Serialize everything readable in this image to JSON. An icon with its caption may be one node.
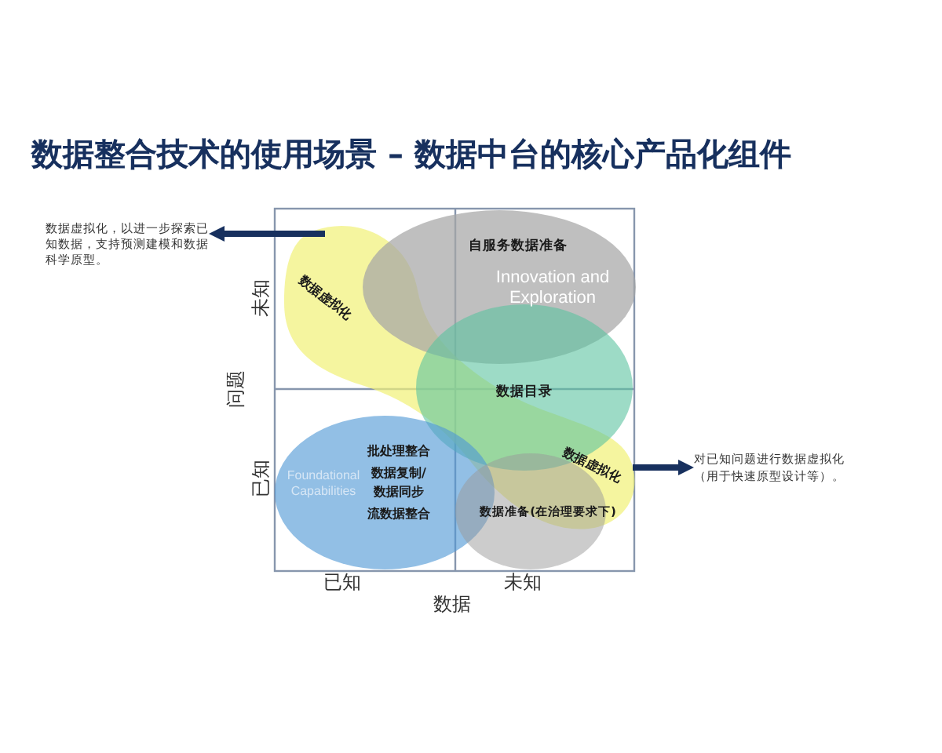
{
  "diagram": {
    "title": "数据整合技术的使用场景 – 数据中台的核心产品化组件",
    "nodes": [
      {
        "text": [
          "数据虚拟化，以进一步探索已知数据，支持预测建模和数据科学原型。"
        ]
      },
      {
        "text": [
          "数据虚拟化",
          "数据虚拟化"
        ]
      },
      {
        "text": [
          "自服务数据准备"
        ]
      },
      {
        "text": [
          "数据目录"
        ]
      },
      {
        "text": [
          "批处理整合",
          "数据复制/数据同步",
          "流数据整合"
        ]
      },
      {
        "text": [
          "数据准备(在治理要求下)"
        ]
      },
      {
        "text": [
          "对已知问题进行数据虚拟化（用于快速原型设计等）。"
        ]
      }
    ],
    "edges": [
      {
        "from": 1,
        "to": 0,
        "arrow": "to"
      },
      {
        "from": 1,
        "to": 6,
        "arrow": "to"
      }
    ],
    "labels": [
      "未知",
      "Innovation and Exploration",
      "问题",
      "已知",
      "Foundational Capabilities",
      "已知",
      "未知",
      "数据"
    ]
  }
}
